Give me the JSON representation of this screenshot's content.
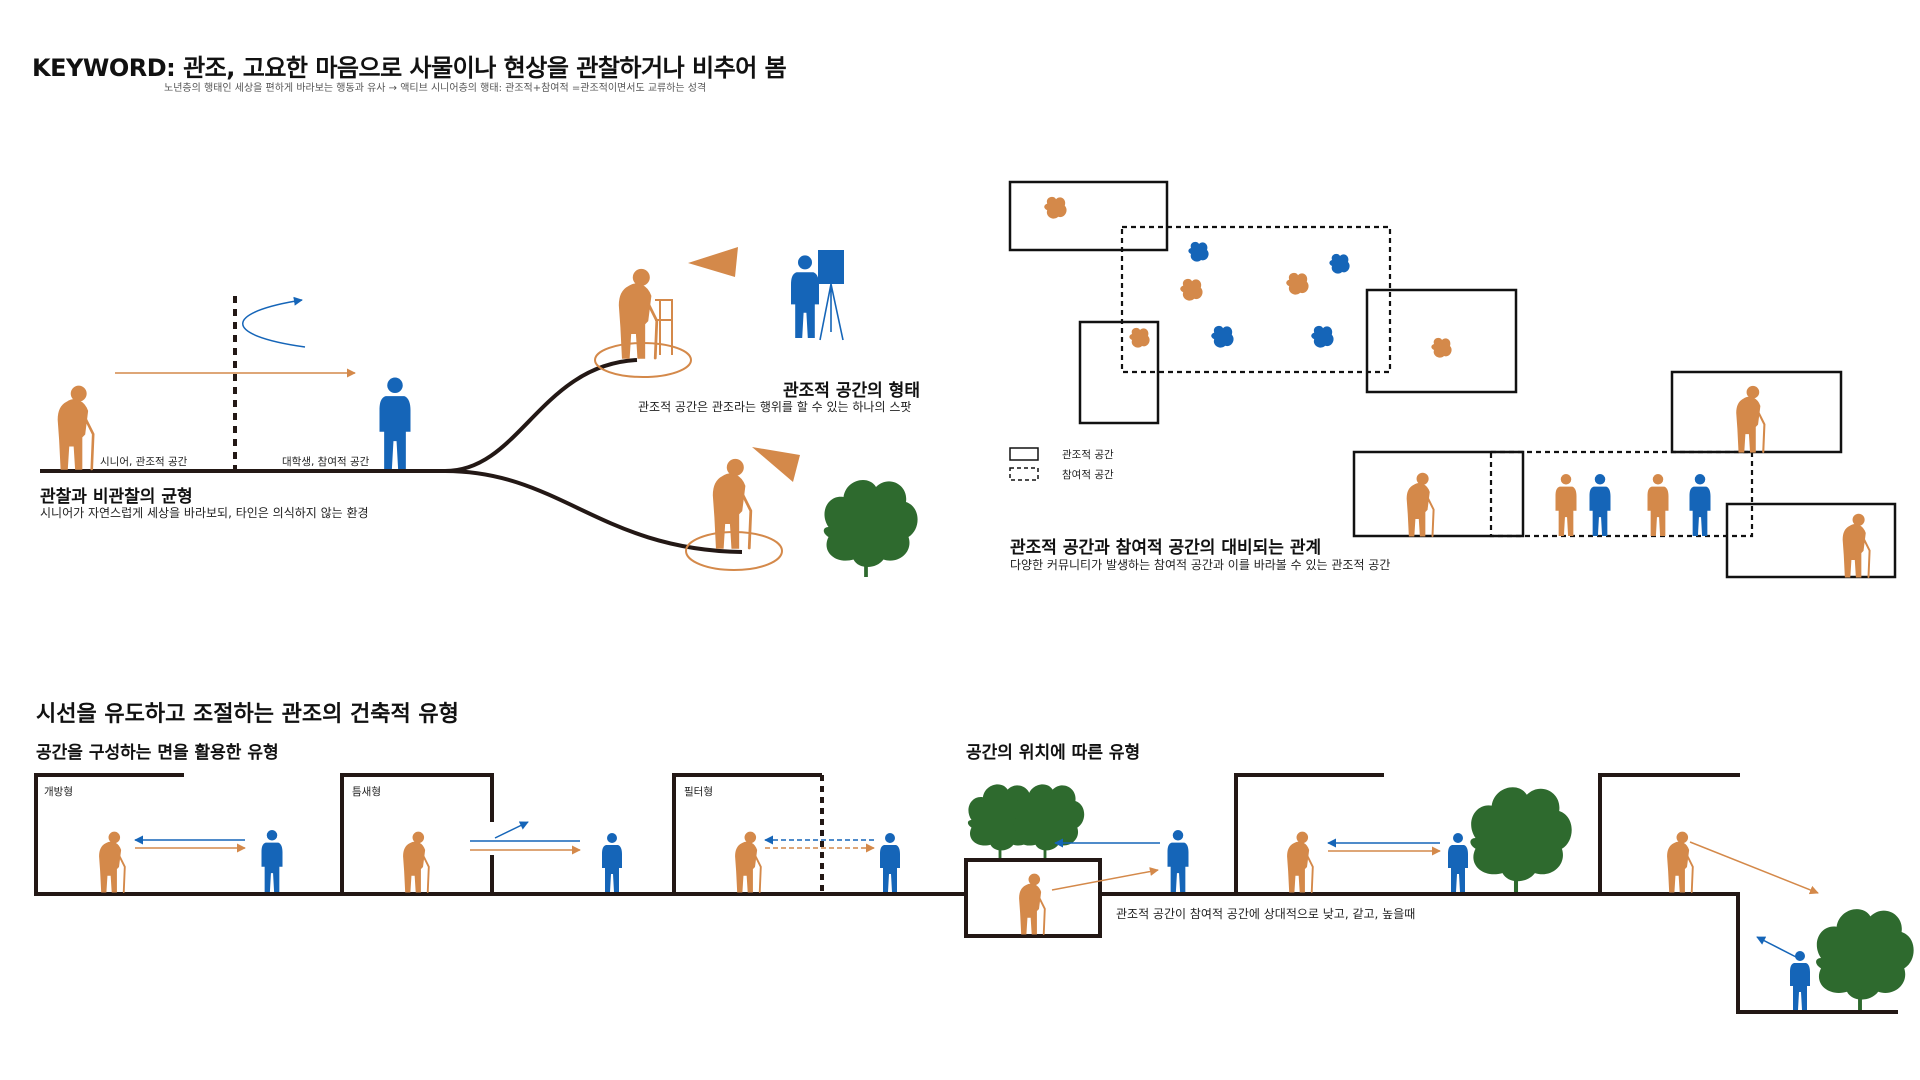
{
  "header": {
    "title": "KEYWORD: 관조, 고요한 마음으로 사물이나 현상을 관찰하거나 비추어 봄",
    "subtitle": "노년층의 행태인 세상을 편하게 바라보는 행동과 유사 → 액티브 시니어층의 행태: 관조적+참여적 =관조적이면서도 교류하는 성격"
  },
  "colors": {
    "senior": "#D4894A",
    "student": "#1565B8",
    "tree": "#2E6A2E",
    "line": "#231815"
  },
  "balance": {
    "label_senior": "시니어, 관조적 공간",
    "label_student": "대학생, 참여적 공간",
    "heading": "관찰과 비관찰의 균형",
    "caption": "시니어가 자연스럽게 세상을 바라보되, 타인은 의식하지 않는 환경"
  },
  "form": {
    "heading": "관조적 공간의 형태",
    "caption": "관조적 공간은 관조라는 행위를 할 수 있는 하나의 스팟"
  },
  "relation": {
    "legend_solid": "관조적 공간",
    "legend_dashed": "참여적 공간",
    "heading": "관조적 공간과 참여적 공간의 대비되는 관계",
    "caption": "다양한 커뮤니티가 발생하는 참여적 공간과 이를 바라볼 수 있는 관조적 공간"
  },
  "types": {
    "heading": "시선을 유도하고 조절하는 관조의 건축적 유형",
    "surface_heading": "공간을 구성하는 면을 활용한 유형",
    "position_heading": "공간의 위치에 따른 유형",
    "open": "개방형",
    "gap": "틈새형",
    "filter": "필터형",
    "position_caption": "관조적 공간이 참여적 공간에 상대적으로 낮고, 같고, 높을때"
  }
}
